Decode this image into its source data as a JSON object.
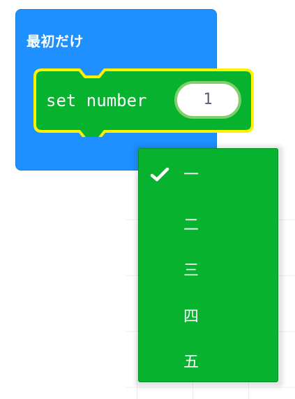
{
  "hat_block": {
    "label": "最初だけ"
  },
  "statement_block": {
    "label": "set number",
    "value": "1"
  },
  "dropdown": {
    "selected_index": 0,
    "options": [
      {
        "label": "一",
        "selected": true
      },
      {
        "label": "二",
        "selected": false
      },
      {
        "label": "三",
        "selected": false
      },
      {
        "label": "四",
        "selected": false
      },
      {
        "label": "五",
        "selected": false
      }
    ]
  },
  "colors": {
    "hat_block": "#1e90ff",
    "statement_block": "#06b22e",
    "highlight": "#fff200",
    "dropdown": "#06b22e",
    "field_text": "#575e75"
  },
  "icons": {
    "selected_marker": "checkmark-icon"
  }
}
